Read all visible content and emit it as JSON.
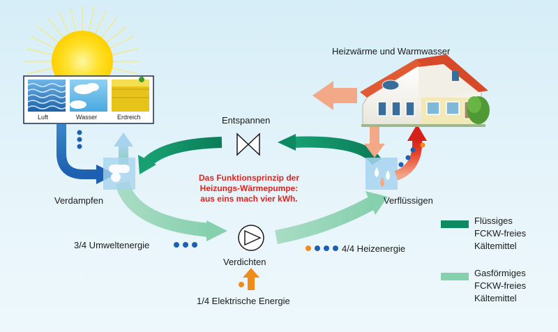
{
  "title": "Das Funktionsprinzip der Heizungs-Wärmepumpe: aus eins mach vier kWh.",
  "title_lines": [
    "Das Funktionsprinzip der",
    "Heizungs-Wärmepumpe:",
    "aus eins mach vier kWh."
  ],
  "sources": [
    "Luft",
    "Wasser",
    "Erdreich"
  ],
  "nodes": {
    "entspannen": "Entspannen",
    "verdampfen": "Verdampfen",
    "verdichten": "Verdichten",
    "verfluessigen": "Verflüssigen",
    "house": "Heizwärme und Warmwasser"
  },
  "energies": {
    "umwelt": "3/4 Umweltenergie",
    "heiz": "4/4 Heizenergie",
    "elektrisch": "1/4 Elektrische Energie"
  },
  "legend": [
    {
      "lines": [
        "Flüssiges",
        "FCKW-freies",
        "Kältemittel"
      ],
      "color": "#0e8a63"
    },
    {
      "lines": [
        "Gasförmiges",
        "FCKW-freies",
        "Kältemittel"
      ],
      "color": "#86d0ae"
    }
  ],
  "colors": {
    "liquid": "#0e8a63",
    "gas": "#86d0ae",
    "cold": "#1d5fb0",
    "heat_out": "#f3a988",
    "text_red": "#e2211c",
    "electric": "#f08c1a"
  }
}
